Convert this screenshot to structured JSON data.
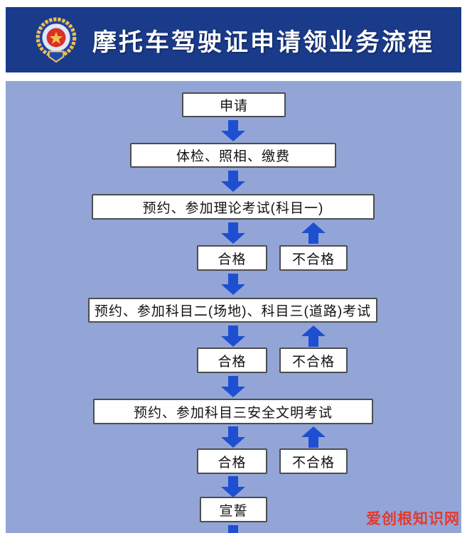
{
  "header": {
    "title": "摩托车驾驶证申请领业务流程"
  },
  "flow": {
    "apply": "申请",
    "medical": "体检、照相、缴费",
    "theory": "预约、参加理论考试(科目一)",
    "theory_pass": "合格",
    "theory_fail": "不合格",
    "skill": "预约、参加科目二(场地)、科目三(道路)考试",
    "skill_pass": "合格",
    "skill_fail": "不合格",
    "safety": "预约、参加科目三安全文明考试",
    "safety_pass": "合格",
    "safety_fail": "不合格",
    "oath": "宣誓"
  },
  "watermark": "爱创根知识网",
  "icons": {
    "badge": "police-emblem"
  },
  "colors": {
    "header-bg": "#1a3a8a",
    "panel-bg": "#92a5d6",
    "arrow": "#1f4fd1",
    "box-border": "#4d4d4d",
    "watermark": "#e23a2e"
  }
}
